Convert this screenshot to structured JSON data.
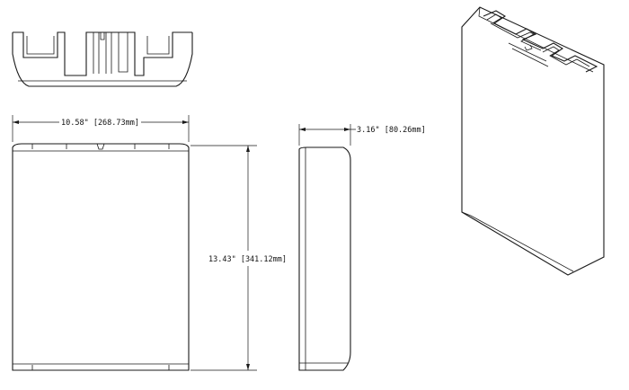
{
  "dimensions": {
    "width": "10.58\" [268.73mm]",
    "depth": "3.16\" [80.26mm]",
    "height": "13.43\" [341.12mm]"
  }
}
